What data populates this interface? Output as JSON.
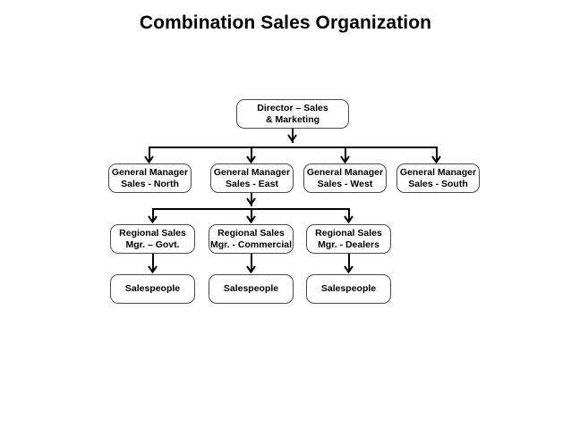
{
  "slide": {
    "title": "Combination Sales Organization",
    "background_color": "#ffffff",
    "text_color": "#000000",
    "box_border_color": "#4a4a4a",
    "connector_color": "#000000"
  },
  "org_chart": {
    "type": "org-chart",
    "levels": [
      {
        "level": 1,
        "nodes": [
          {
            "id": "director",
            "line1": "Director – Sales",
            "line2": "& Marketing"
          }
        ]
      },
      {
        "level": 2,
        "nodes": [
          {
            "id": "gm-north",
            "line1": "General Manager",
            "line2": "Sales - North"
          },
          {
            "id": "gm-east",
            "line1": "General Manager",
            "line2": "Sales - East"
          },
          {
            "id": "gm-west",
            "line1": "General Manager",
            "line2": "Sales - West"
          },
          {
            "id": "gm-south",
            "line1": "General Manager",
            "line2": "Sales - South"
          }
        ]
      },
      {
        "level": 3,
        "nodes": [
          {
            "id": "rsm-govt",
            "line1": "Regional Sales",
            "line2": "Mgr. – Govt."
          },
          {
            "id": "rsm-commercial",
            "line1": "Regional Sales",
            "line2": "Mgr. - Commercial"
          },
          {
            "id": "rsm-dealers",
            "line1": "Regional Sales",
            "line2": "Mgr. - Dealers"
          }
        ]
      },
      {
        "level": 4,
        "nodes": [
          {
            "id": "salespeople-govt",
            "line1": "Salespeople",
            "line2": ""
          },
          {
            "id": "salespeople-commercial",
            "line1": "Salespeople",
            "line2": ""
          },
          {
            "id": "salespeople-dealers",
            "line1": "Salespeople",
            "line2": ""
          }
        ]
      }
    ],
    "edges": [
      {
        "from": "director",
        "to": "gm-north"
      },
      {
        "from": "director",
        "to": "gm-east"
      },
      {
        "from": "director",
        "to": "gm-west"
      },
      {
        "from": "director",
        "to": "gm-south"
      },
      {
        "from": "gm-east",
        "to": "rsm-govt"
      },
      {
        "from": "gm-east",
        "to": "rsm-commercial"
      },
      {
        "from": "gm-east",
        "to": "rsm-dealers"
      },
      {
        "from": "rsm-govt",
        "to": "salespeople-govt"
      },
      {
        "from": "rsm-commercial",
        "to": "salespeople-commercial"
      },
      {
        "from": "rsm-dealers",
        "to": "salespeople-dealers"
      }
    ]
  }
}
